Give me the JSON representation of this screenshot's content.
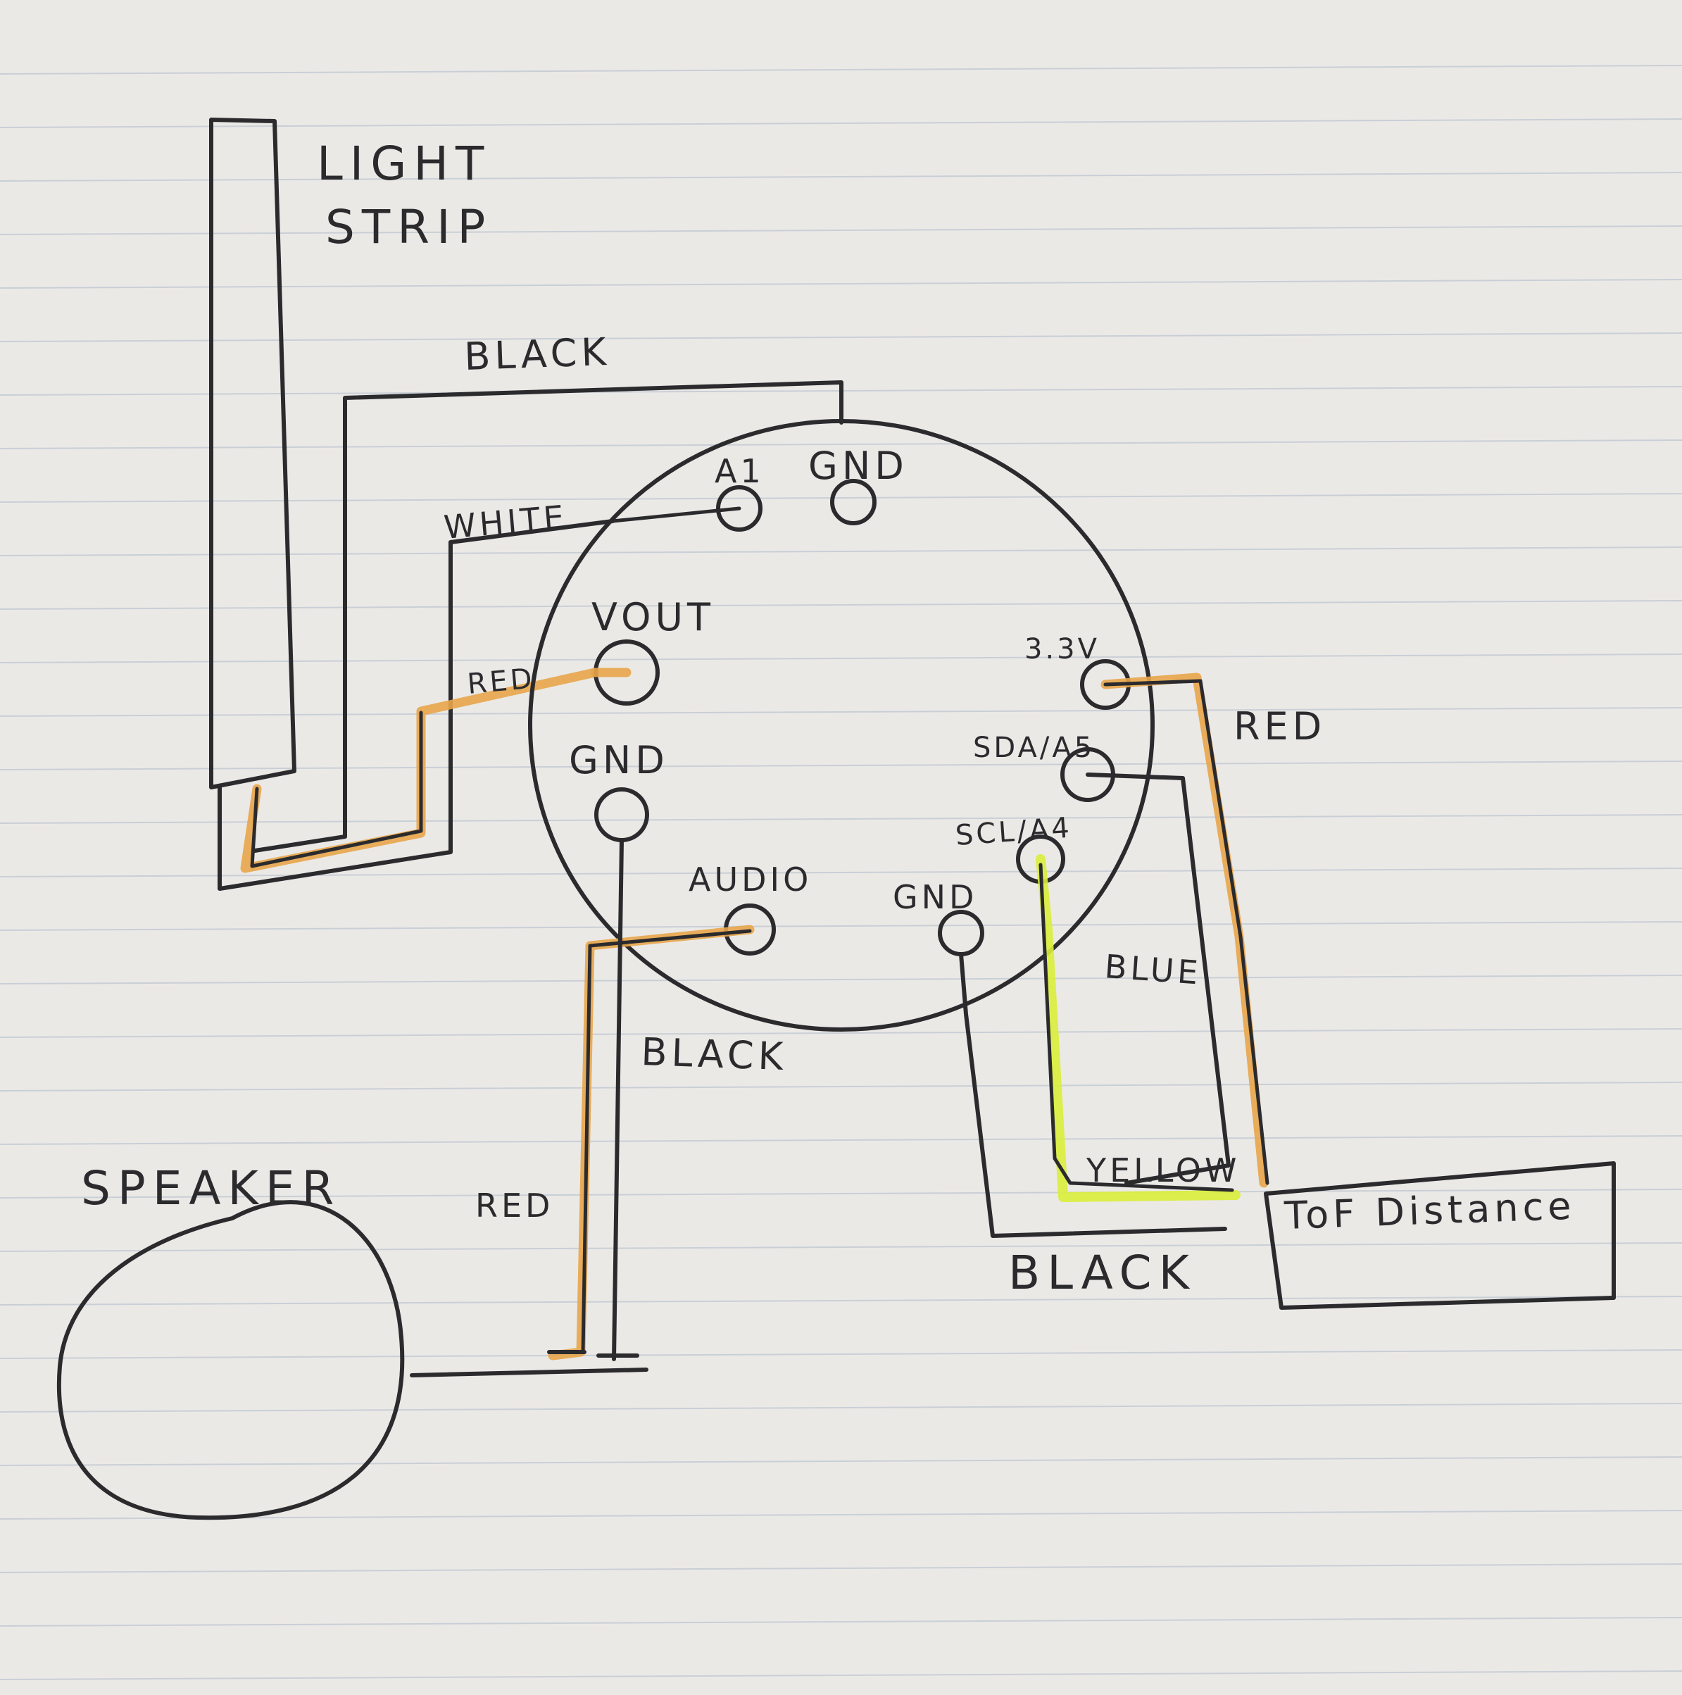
{
  "components": {
    "light_strip": "LIGHT\nSTRIP",
    "speaker": "SPEAKER",
    "tof_sensor": "ToF Distance"
  },
  "pins": {
    "a1": "A1",
    "gnd_top": "GND",
    "vout": "VOUT",
    "v33": "3.3V",
    "gnd_left": "GND",
    "sda": "SDA/A5",
    "scl": "SCL/A4",
    "audio": "AUDIO",
    "gnd_bottom": "GND"
  },
  "wires": {
    "black_top": "BLACK",
    "white": "WHITE",
    "red_vout": "RED",
    "red_33": "RED",
    "black_speaker": "BLACK",
    "red_speaker": "RED",
    "blue": "BLUE",
    "yellow": "YELLOW",
    "black_tof": "BLACK"
  },
  "colors": {
    "ink": "#2b2b2e",
    "paper": "#ebe9e6",
    "red_highlight": "#e8a54a",
    "yellow_highlight": "#d9ee3a"
  }
}
